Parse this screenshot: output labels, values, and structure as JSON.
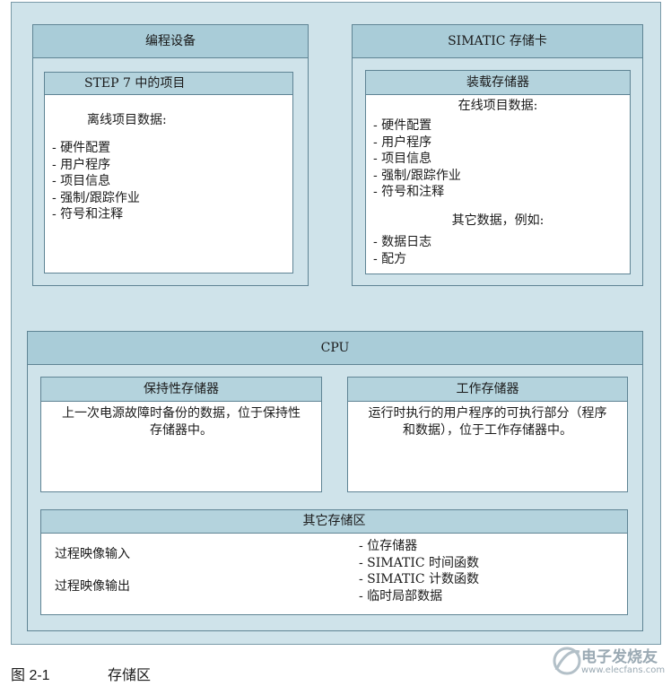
{
  "pg": {
    "title": "编程设备",
    "project_header": "STEP 7 中的项目",
    "offline_label": "离线项目数据:",
    "offline_items": [
      "- 硬件配置",
      "- 用户程序",
      "- 项目信息",
      "- 强制/跟踪作业",
      "- 符号和注释"
    ]
  },
  "card": {
    "title": "SIMATIC 存储卡",
    "load_header": "装载存储器",
    "online_label": "在线项目数据:",
    "online_items": [
      "- 硬件配置",
      "- 用户程序",
      "- 项目信息",
      "- 强制/跟踪作业",
      "- 符号和注释"
    ],
    "other_label": "其它数据，例如:",
    "other_items": [
      "- 数据日志",
      "- 配方"
    ]
  },
  "cpu": {
    "title": "CPU",
    "retentive_header": "保持性存储器",
    "retentive_text": [
      "上一次电源故障时备份的数据，位于保持性",
      "存储器中。"
    ],
    "work_header": "工作存储器",
    "work_text": [
      "运行时执行的用户程序的可执行部分（程序",
      "和数据），位于工作存储器中。"
    ],
    "other_header": "其它存储区",
    "left_items": [
      "过程映像输入",
      "过程映像输出"
    ],
    "right_items": [
      "- 位存储器",
      "- SIMATIC 时间函数",
      "- SIMATIC 计数函数",
      "- 临时局部数据"
    ]
  },
  "caption": {
    "number": "图 2-1",
    "text": "存储区"
  },
  "watermark": {
    "text": "电子发烧友",
    "url": "www.elecfans.com"
  }
}
